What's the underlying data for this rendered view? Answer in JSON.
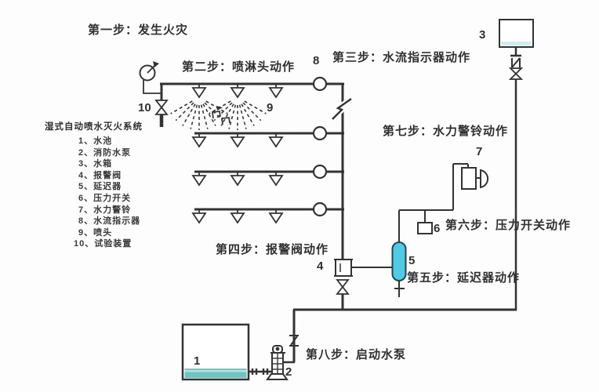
{
  "system": {
    "title": "湿式自动喷水灭火系统",
    "legend": [
      "1、水池",
      "2、消防水泵",
      "3、水箱",
      "4、报警阀",
      "5、延迟器",
      "6、压力开关",
      "7、水力警铃",
      "8、水流指示器",
      "9、喷头",
      "10、试验装置"
    ]
  },
  "steps": {
    "step1": "第一步：发生火灾",
    "step2": "第二步：喷淋头动作",
    "step3": "第三步：水流指示器动作",
    "step4": "第四步：报警阀动作",
    "step5": "第五步：延迟器动作",
    "step6": "第六步：压力开关动作",
    "step7": "第七步：水力警铃动作",
    "step8": "第八步：启动水泵"
  },
  "component_labels": {
    "pool": "1",
    "pump": "2",
    "tank": "3",
    "alarm_valve": "4",
    "delay_device": "5",
    "pressure_switch": "6",
    "hydraulic_bell": "7",
    "flow_indicator": "8",
    "sprinkler": "9",
    "test_device": "10"
  },
  "colors": {
    "line": "#2f2f2f",
    "delay_device_fill": "#4fcbe6",
    "pool_water_fill": "#6fc3c1",
    "tank_water_band": "#d5ecef"
  }
}
